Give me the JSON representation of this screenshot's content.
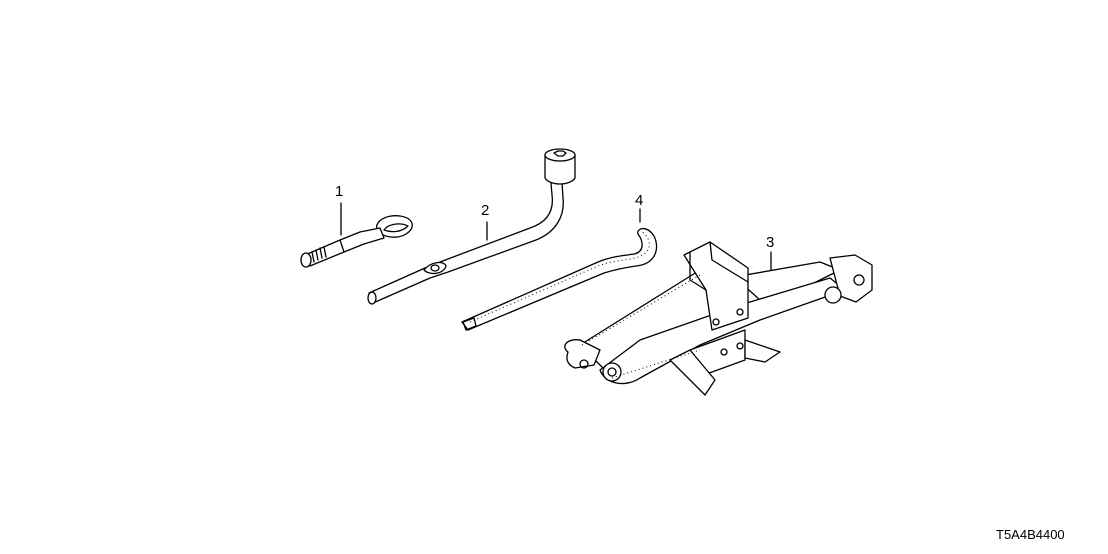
{
  "diagram_code": "T5A4B4400",
  "parts": [
    {
      "callout": "1",
      "icon": "towing-eye-icon"
    },
    {
      "callout": "2",
      "icon": "wheel-nut-wrench-icon"
    },
    {
      "callout": "3",
      "icon": "scissor-jack-icon"
    },
    {
      "callout": "4",
      "icon": "jack-handle-bar-icon"
    }
  ]
}
